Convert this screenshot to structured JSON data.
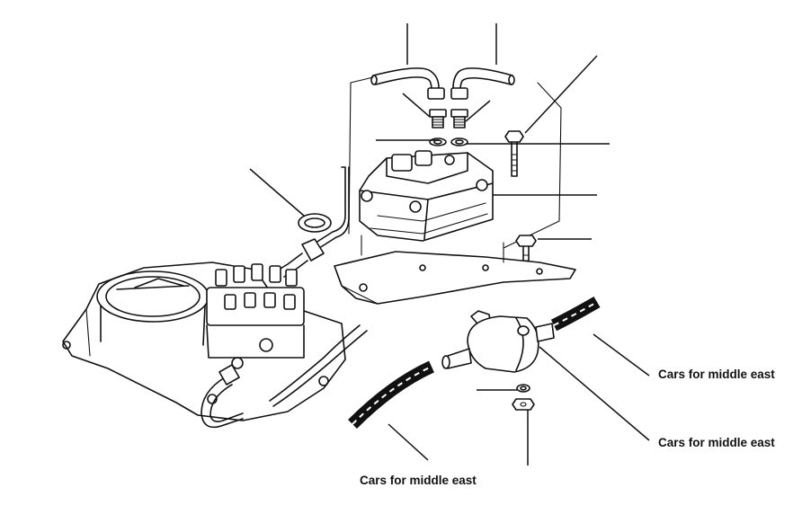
{
  "callouts": {
    "upper_right": "Cars for middle east",
    "lower_right": "Cars for middle east",
    "bottom": "Cars for middle east"
  },
  "colors": {
    "ink": "#111111",
    "background": "#ffffff"
  }
}
